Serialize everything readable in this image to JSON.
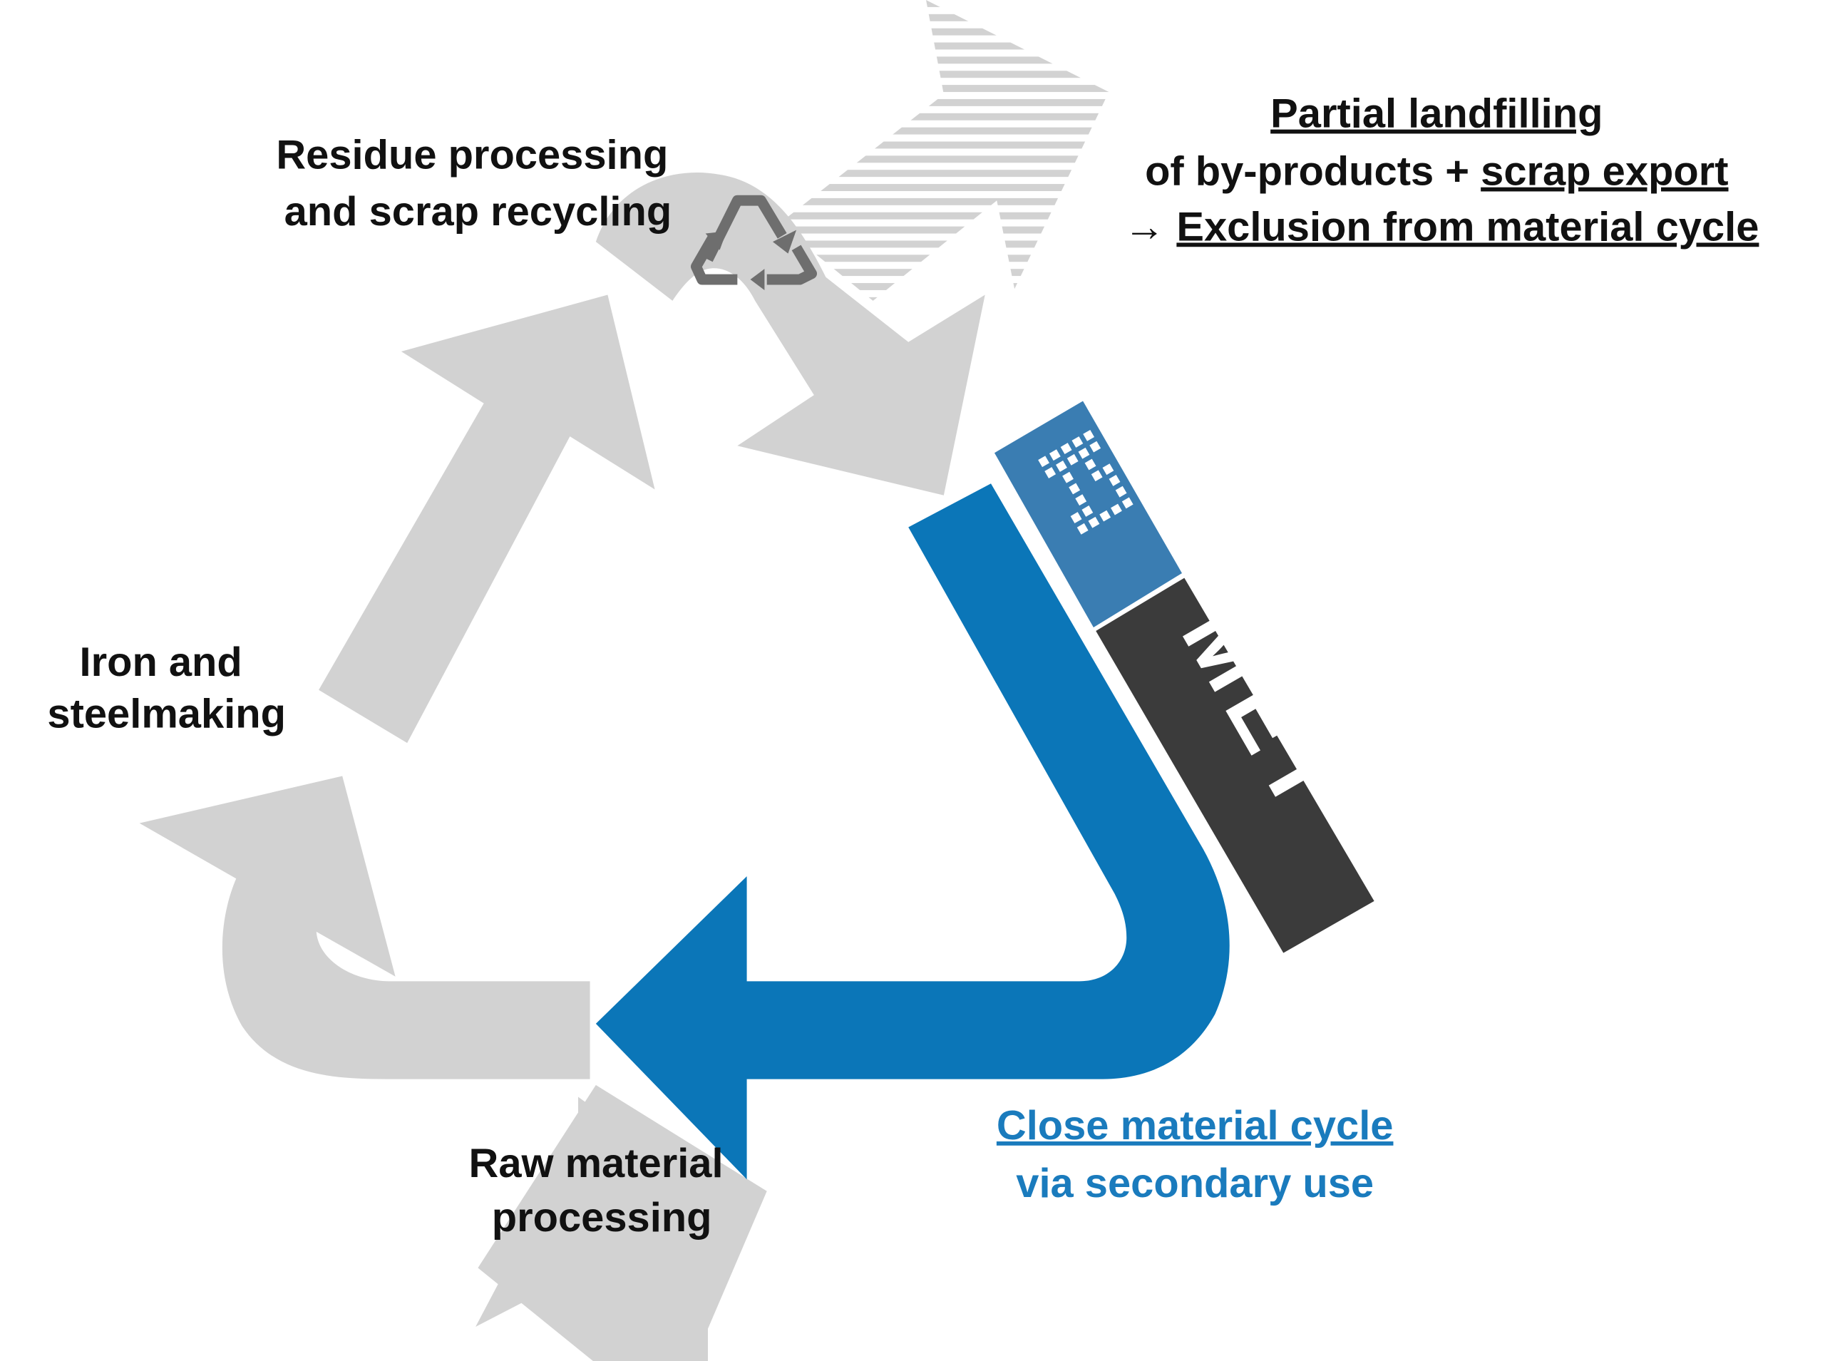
{
  "diagram": {
    "title": "Steel material cycle with secondary use",
    "colors": {
      "gray_arrow": "#d2d2d2",
      "recycle_icon": "#6e6e6e",
      "blue_arrow": "#0b76b8",
      "logo_blue": "#3a7db2",
      "logo_dark": "#3b3b3b",
      "text": "#111111",
      "blue_text": "#1a7bbd"
    },
    "stages": [
      {
        "id": "residue",
        "lines": [
          "Residue processing",
          "and scrap recycling"
        ]
      },
      {
        "id": "iron",
        "lines": [
          "Iron and",
          "steelmaking"
        ]
      },
      {
        "id": "raw",
        "lines": [
          "Raw material",
          "processing"
        ]
      }
    ],
    "exit_note": {
      "line1": "Partial landfilling",
      "line2_plain": "of by-products + ",
      "line2_underlined": "scrap export",
      "line3_arrow": "→",
      "line3_underlined": "Exclusion from material cycle"
    },
    "close_note": {
      "line1": "Close material cycle",
      "line2": "via secondary use"
    },
    "logo": {
      "text": "MET"
    },
    "icons": [
      "recycle-icon"
    ]
  }
}
